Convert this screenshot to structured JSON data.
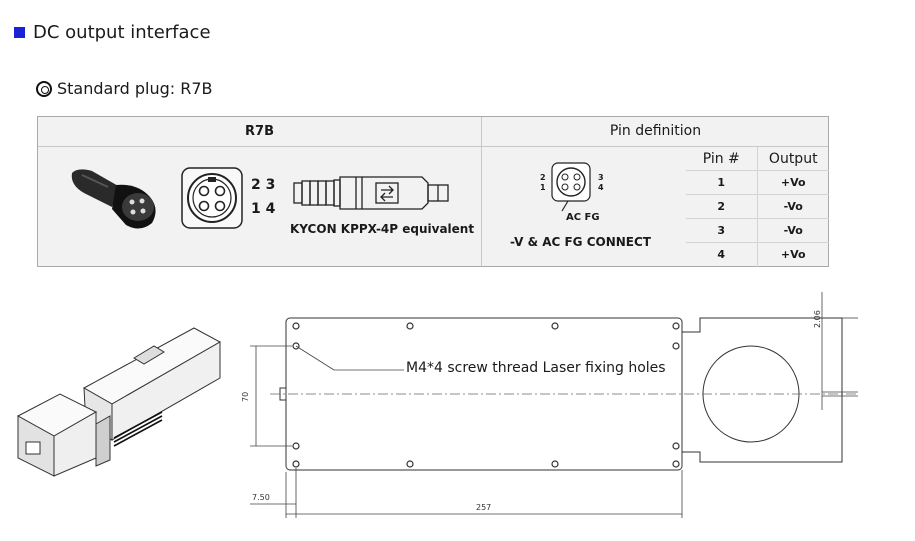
{
  "section": {
    "title": "DC output interface"
  },
  "subtitle": "Standard plug: R7B",
  "plug_table": {
    "left_header": "R7B",
    "right_header": "Pin definition",
    "connector_pins": {
      "top": "2 3",
      "bottom": "1 4"
    },
    "small_pins": {
      "top_left": "2",
      "bottom_left": "1",
      "top_right": "3",
      "bottom_right": "4"
    },
    "connector_label": "KYCON  KPPX-4P equivalent",
    "ac_fg_label": "AC FG",
    "connect_label": "-V & AC FG CONNECT",
    "pin_columns": [
      "Pin #",
      "Output"
    ],
    "pins": [
      {
        "pin": "1",
        "output": "+Vo"
      },
      {
        "pin": "2",
        "output": "-Vo"
      },
      {
        "pin": "3",
        "output": "-Vo"
      },
      {
        "pin": "4",
        "output": "+Vo"
      }
    ]
  },
  "drawing": {
    "annotation": "M4*4 screw thread Laser fixing holes",
    "dim_height": "70",
    "dim_offset": "7.50",
    "dim_length": "257",
    "dim_small": "2.06"
  }
}
